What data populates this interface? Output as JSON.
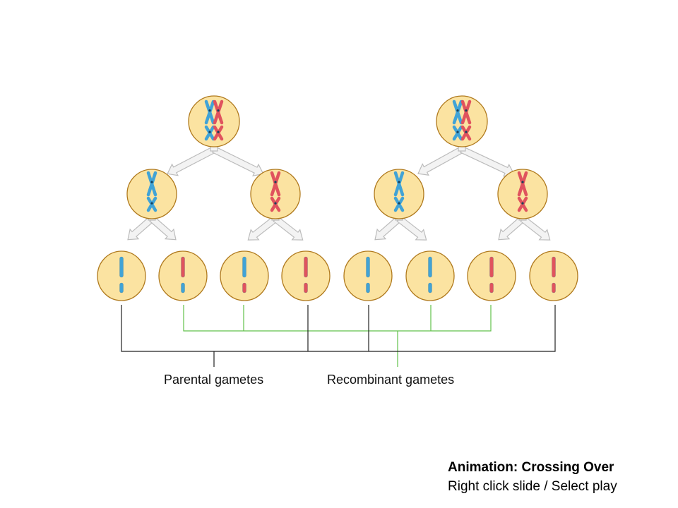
{
  "labels": {
    "parental": "Parental gametes",
    "recombinant": "Recombinant gametes"
  },
  "caption": {
    "title": "Animation: Crossing Over",
    "instruction": "Right click slide / Select play"
  },
  "colors": {
    "cell_fill": "#fbe3a1",
    "cell_stroke": "#b07a1e",
    "blue": "#41a3d6",
    "red": "#e0535e",
    "bracket": "#222222",
    "recombinant_line": "#61c14a",
    "arrow_fill": "#f3f3f3",
    "arrow_stroke": "#bcbcbc"
  },
  "gametes": [
    [
      "blue",
      "blue"
    ],
    [
      "red",
      "blue"
    ],
    [
      "blue",
      "red"
    ],
    [
      "red",
      "red"
    ],
    [
      "blue",
      "blue"
    ],
    [
      "blue",
      "blue"
    ],
    [
      "red",
      "red"
    ],
    [
      "red",
      "red"
    ]
  ]
}
